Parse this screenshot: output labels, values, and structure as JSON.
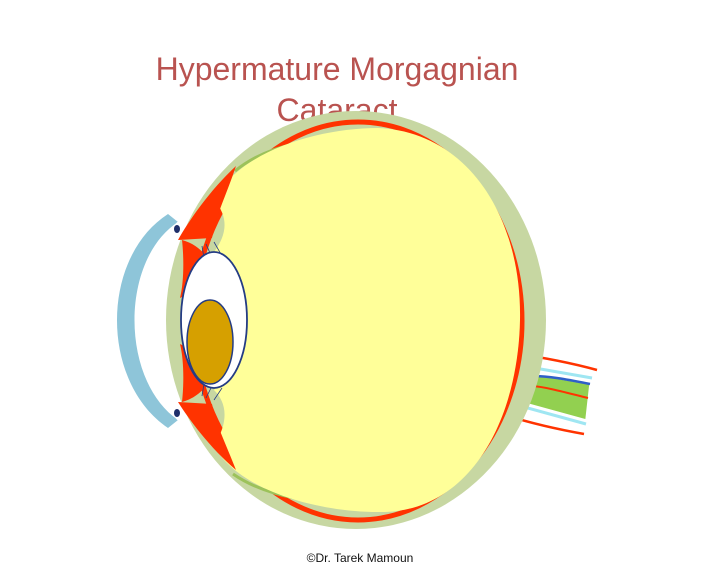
{
  "title": {
    "line1": "Hypermature Morgagnian",
    "line2": "Cataract"
  },
  "credit": "©Dr. Tarek Mamoun",
  "colors": {
    "title": "#b95350",
    "sclera": "#c7d7a2",
    "retina": "#ff3300",
    "choroid_sliver": "#9cc25a",
    "vitreous": "#ffff99",
    "cornea": "#8ec5d9",
    "lens_capsule": "#ffffff",
    "capsule_outline": "#243c84",
    "nucleus": "#d6a000",
    "optic_nerve": "#92d050",
    "vessel_blue": "#2f5fc8",
    "nerve_sheath": "#c9f0f7"
  }
}
